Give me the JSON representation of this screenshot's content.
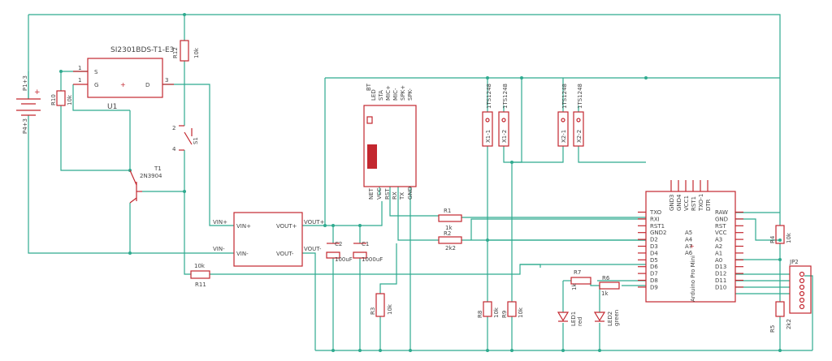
{
  "colors": {
    "wire": "#2faa8f",
    "part": "#c3272f",
    "text": "#444444"
  },
  "labels": {
    "p1": "P1+3",
    "p4": "P4+3",
    "u1_mfr": "SI2301BDS-T1-E3",
    "u1": "U1",
    "u1_s": "S",
    "u1_g": "G",
    "u1_d": "D",
    "u1_pin1a": "1",
    "u1_pin1b": "1",
    "u1_pin3": "3",
    "r12": "R12",
    "r12_val": "10k",
    "r10": "R10",
    "r10_val": "10k",
    "s1": "S1",
    "s1_2": "2",
    "s1_4": "4",
    "t1": "T1",
    "t1_val": "2N3904",
    "conv_vinp": "VIN+",
    "conv_vinn": "VIN-",
    "conv_voutp": "VOUT+",
    "conv_voutn": "VOUT-",
    "vout_p_net": "VOUT+",
    "vout_n_net": "VOUT-",
    "r11": "R11",
    "r11_val": "10k",
    "c2": "C2",
    "c2_val": "100uF",
    "c1": "C1",
    "c1_val": "1000uF",
    "r3": "R3",
    "r3_val": "10k",
    "bt": "BT",
    "bt_pins_top": [
      "LED",
      "STA",
      "MIC+",
      "MIC-",
      "SPK+",
      "SPK-"
    ],
    "bt_pins_bottom": [
      "NET",
      "VCC",
      "RST",
      "RX",
      "TX",
      "GND"
    ],
    "r1": "R1",
    "r1_val": "1k",
    "r2": "R2",
    "r2_val": "2k2",
    "x1": "X1-1",
    "x1_2": "X1-2",
    "x2": "X2-1",
    "x2_2": "X2-2",
    "ts1": "1TS1248",
    "ts2": "1TS1248",
    "ts3": "1TS1248",
    "ts4": "1TS1248",
    "r8": "R8",
    "r8_val": "10k",
    "r9": "R9",
    "r9_val": "10k",
    "r7": "R7",
    "r7_val": "1k",
    "r6": "R6",
    "r6_val": "1k",
    "led1": "LED1",
    "led1_val": "red",
    "led2": "LED2",
    "led2_val": "green",
    "r4": "R4",
    "r4_val": "10k",
    "r5": "R5",
    "r5_val": "2k2",
    "jp2": "JP2",
    "arduino": "Arduino Pro Mini",
    "ard_top": [
      "GND3",
      "GND4",
      "VCC1",
      "RST1",
      "TXO-1",
      "DTR"
    ],
    "ard_left": [
      "TXO",
      "RXI",
      "RST1",
      "GND2",
      "D2",
      "D3",
      "D4",
      "D5",
      "D6",
      "D7",
      "D8",
      "D9"
    ],
    "ard_right": [
      "RAW",
      "GND",
      "RST",
      "VCC",
      "A3",
      "A2",
      "A1",
      "A0",
      "D13",
      "D12",
      "D11",
      "D10"
    ],
    "ard_mid": [
      "A5",
      "A4",
      "A7",
      "A6"
    ]
  }
}
